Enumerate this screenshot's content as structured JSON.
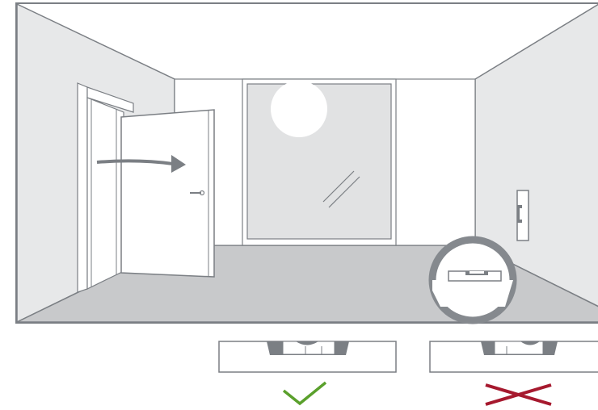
{
  "illustration": {
    "subject": "room-sensor-placement",
    "icons": {
      "door": "door-open-icon",
      "arrow": "arrow-right-icon",
      "window": "window-icon",
      "sun": "sun-icon",
      "wall_device": "wall-sensor-icon",
      "floor_device": "floor-sensor-icon",
      "correct": "checkmark-icon",
      "incorrect": "cross-icon"
    },
    "colors": {
      "outline": "#7b7f84",
      "wall": "#e7e8e9",
      "floor": "#c8c9cb",
      "back_wall": "#ffffff",
      "window_glass": "#e1e2e3",
      "correct": "#5aa02c",
      "incorrect": "#a6192e",
      "magnifier": "#85898e"
    }
  },
  "examples": [
    {
      "verdict": "correct"
    },
    {
      "verdict": "incorrect"
    }
  ]
}
